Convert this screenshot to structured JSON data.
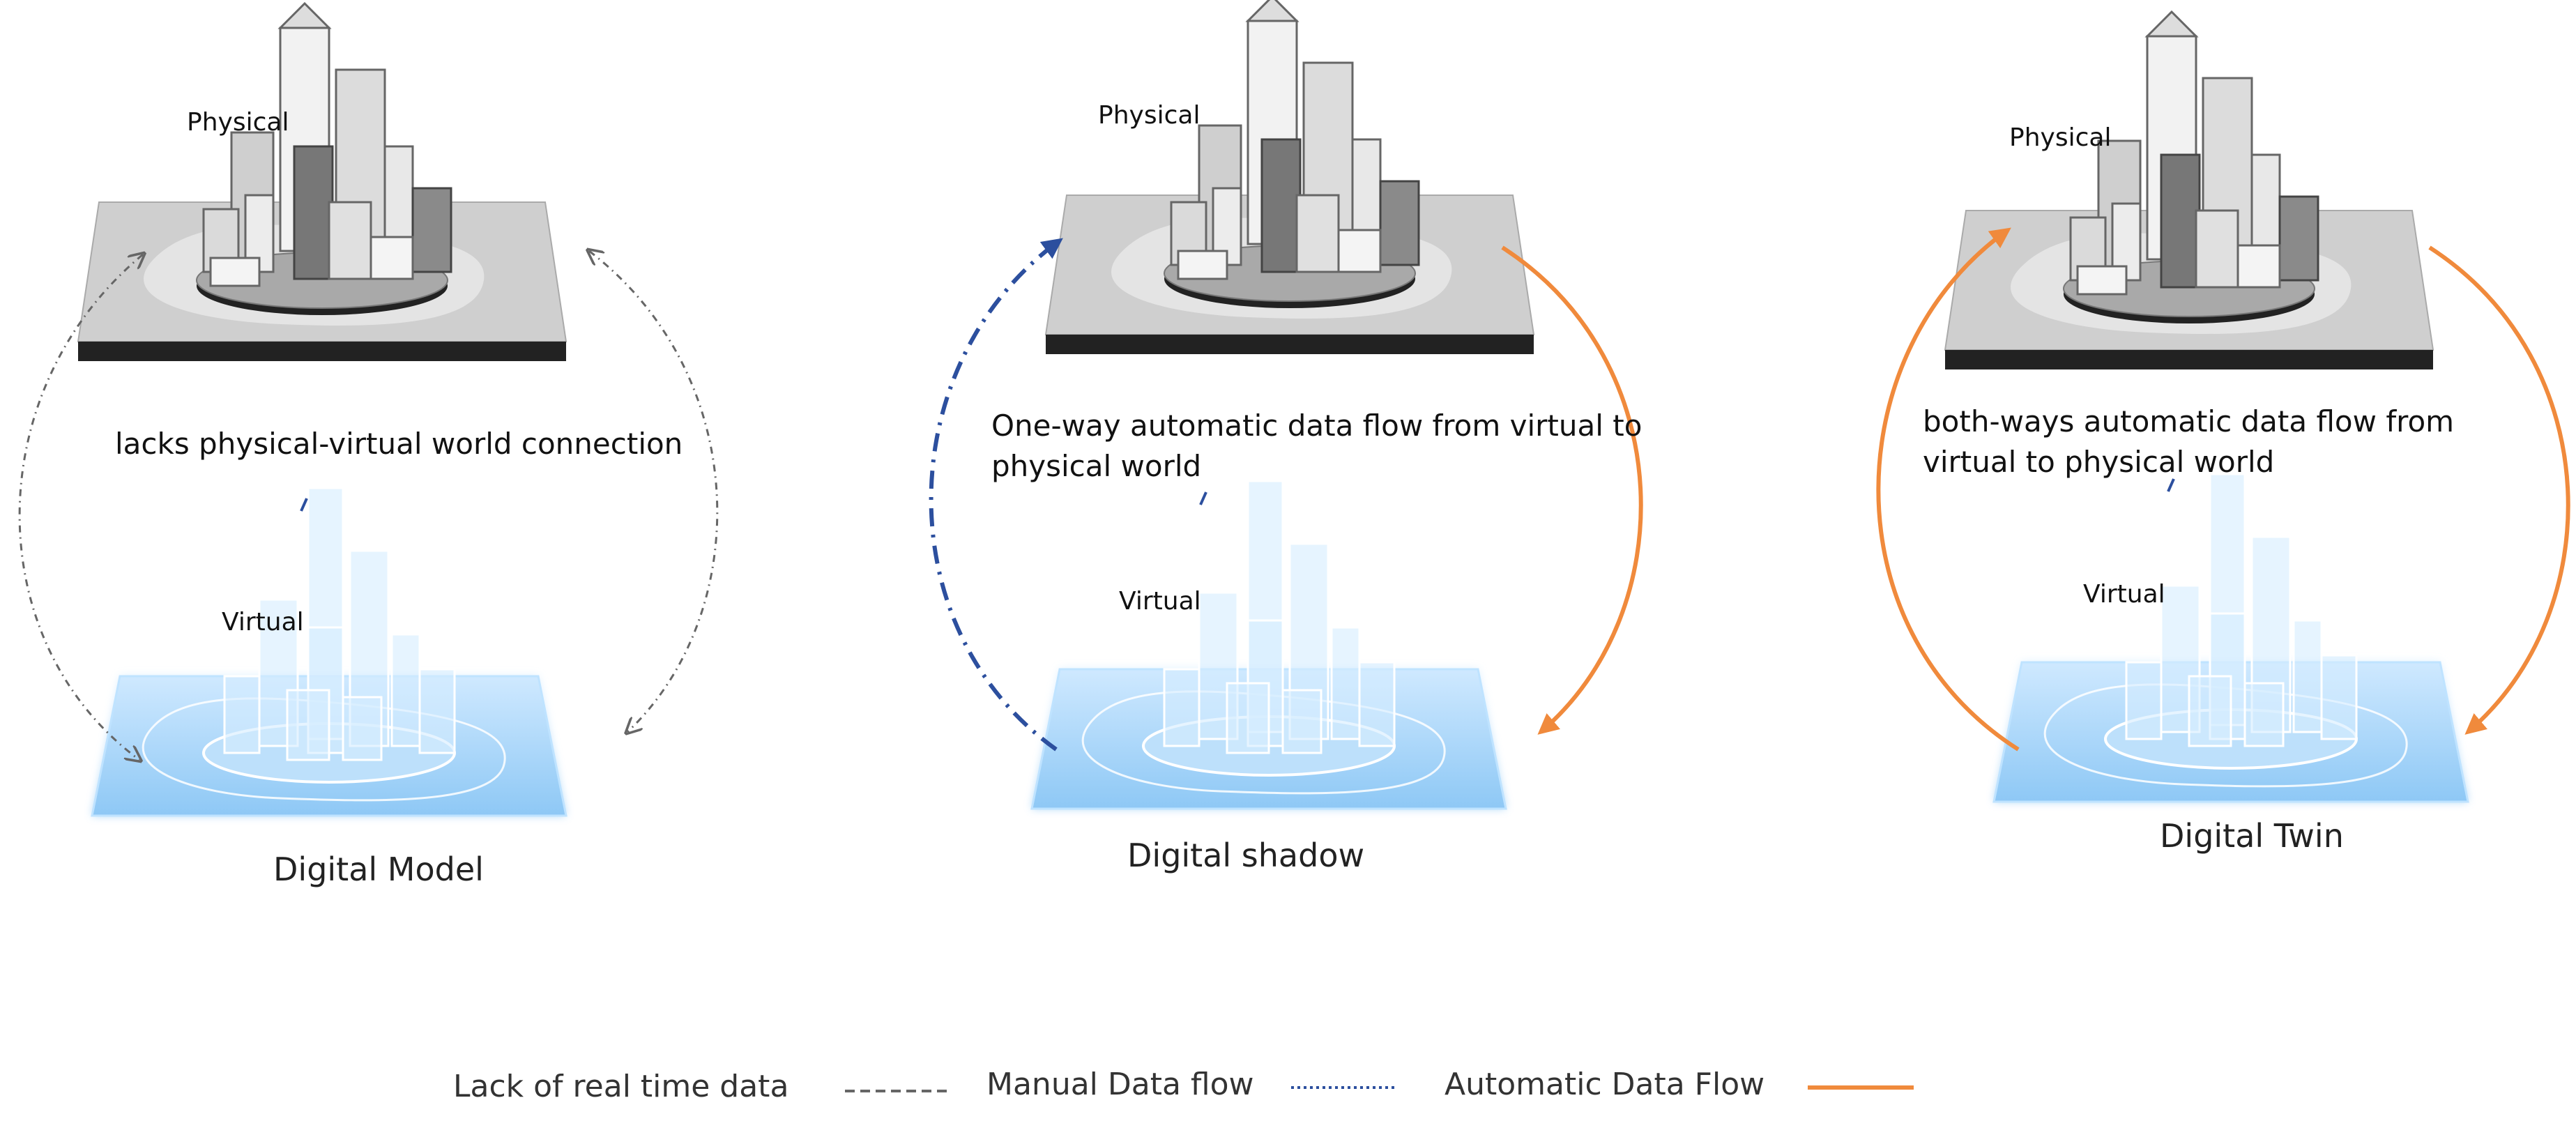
{
  "panels": [
    {
      "physical_label": "Physical",
      "virtual_label": "Virtual",
      "description": "lacks physical-virtual world connection",
      "title": "Digital Model"
    },
    {
      "physical_label": "Physical",
      "virtual_label": "Virtual",
      "description": "One-way automatic data flow from virtual to physical world",
      "title": "Digital shadow"
    },
    {
      "physical_label": "Physical",
      "virtual_label": "Virtual",
      "description": "both-ways automatic data flow from virtual to physical world",
      "title": "Digital Twin"
    }
  ],
  "legend": {
    "lack_label": "Lack of real time data",
    "manual_label": "Manual Data flow",
    "automatic_label": "Automatic Data Flow"
  },
  "colors": {
    "lack": "#666666",
    "manual": "#2c4f9e",
    "automatic": "#f08a3c",
    "virtual_plate": "#9fd0f5",
    "virtual_line": "#ffffff",
    "physical_plate": "#c9c9c9",
    "physical_base": "#222222"
  }
}
